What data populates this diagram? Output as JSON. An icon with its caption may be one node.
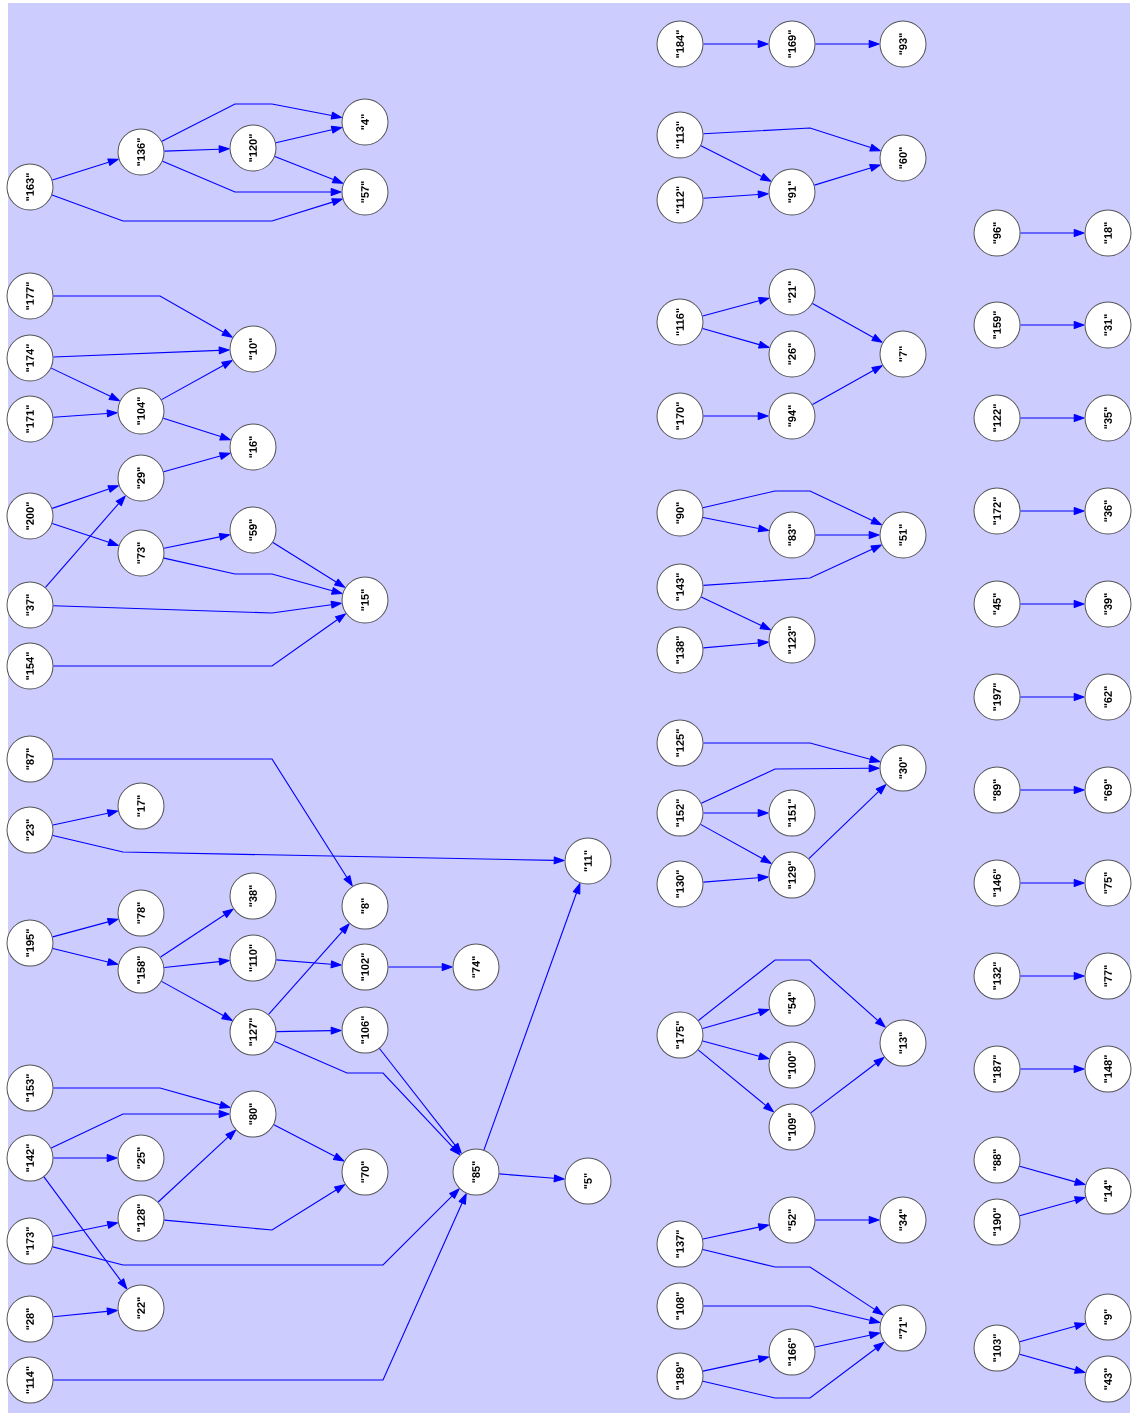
{
  "diagram": {
    "nodes": [
      {
        "text": [
          "\"163\""
        ]
      },
      {
        "text": [
          "\"136\""
        ]
      },
      {
        "text": [
          "\"120\""
        ]
      },
      {
        "text": [
          "\"4\""
        ]
      },
      {
        "text": [
          "\"57\""
        ]
      },
      {
        "text": [
          "\"177\""
        ]
      },
      {
        "text": [
          "\"174\""
        ]
      },
      {
        "text": [
          "\"171\""
        ]
      },
      {
        "text": [
          "\"104\""
        ]
      },
      {
        "text": [
          "\"10\""
        ]
      },
      {
        "text": [
          "\"16\""
        ]
      },
      {
        "text": [
          "\"200\""
        ]
      },
      {
        "text": [
          "\"29\""
        ]
      },
      {
        "text": [
          "\"73\""
        ]
      },
      {
        "text": [
          "\"59\""
        ]
      },
      {
        "text": [
          "\"37\""
        ]
      },
      {
        "text": [
          "\"15\""
        ]
      },
      {
        "text": [
          "\"154\""
        ]
      },
      {
        "text": [
          "\"87\""
        ]
      },
      {
        "text": [
          "\"23\""
        ]
      },
      {
        "text": [
          "\"17\""
        ]
      },
      {
        "text": [
          "\"11\""
        ]
      },
      {
        "text": [
          "\"195\""
        ]
      },
      {
        "text": [
          "\"78\""
        ]
      },
      {
        "text": [
          "\"158\""
        ]
      },
      {
        "text": [
          "\"38\""
        ]
      },
      {
        "text": [
          "\"110\""
        ]
      },
      {
        "text": [
          "\"127\""
        ]
      },
      {
        "text": [
          "\"8\""
        ]
      },
      {
        "text": [
          "\"102\""
        ]
      },
      {
        "text": [
          "\"74\""
        ]
      },
      {
        "text": [
          "\"106\""
        ]
      },
      {
        "text": [
          "\"153\""
        ]
      },
      {
        "text": [
          "\"142\""
        ]
      },
      {
        "text": [
          "\"80\""
        ]
      },
      {
        "text": [
          "\"25\""
        ]
      },
      {
        "text": [
          "\"70\""
        ]
      },
      {
        "text": [
          "\"85\""
        ]
      },
      {
        "text": [
          "\"5\""
        ]
      },
      {
        "text": [
          "\"173\""
        ]
      },
      {
        "text": [
          "\"128\""
        ]
      },
      {
        "text": [
          "\"22\""
        ]
      },
      {
        "text": [
          "\"28\""
        ]
      },
      {
        "text": [
          "\"114\""
        ]
      },
      {
        "text": [
          "\"184\""
        ]
      },
      {
        "text": [
          "\"169\""
        ]
      },
      {
        "text": [
          "\"93\""
        ]
      },
      {
        "text": [
          "\"113\""
        ]
      },
      {
        "text": [
          "\"112\""
        ]
      },
      {
        "text": [
          "\"91\""
        ]
      },
      {
        "text": [
          "\"60\""
        ]
      },
      {
        "text": [
          "\"96\""
        ]
      },
      {
        "text": [
          "\"18\""
        ]
      },
      {
        "text": [
          "\"116\""
        ]
      },
      {
        "text": [
          "\"21\""
        ]
      },
      {
        "text": [
          "\"26\""
        ]
      },
      {
        "text": [
          "\"7\""
        ]
      },
      {
        "text": [
          "\"159\""
        ]
      },
      {
        "text": [
          "\"31\""
        ]
      },
      {
        "text": [
          "\"170\""
        ]
      },
      {
        "text": [
          "\"94\""
        ]
      },
      {
        "text": [
          "\"122\""
        ]
      },
      {
        "text": [
          "\"35\""
        ]
      },
      {
        "text": [
          "\"90\""
        ]
      },
      {
        "text": [
          "\"83\""
        ]
      },
      {
        "text": [
          "\"51\""
        ]
      },
      {
        "text": [
          "\"172\""
        ]
      },
      {
        "text": [
          "\"36\""
        ]
      },
      {
        "text": [
          "\"143\""
        ]
      },
      {
        "text": [
          "\"138\""
        ]
      },
      {
        "text": [
          "\"123\""
        ]
      },
      {
        "text": [
          "\"45\""
        ]
      },
      {
        "text": [
          "\"39\""
        ]
      },
      {
        "text": [
          "\"197\""
        ]
      },
      {
        "text": [
          "\"62\""
        ]
      },
      {
        "text": [
          "\"125\""
        ]
      },
      {
        "text": [
          "\"30\""
        ]
      },
      {
        "text": [
          "\"89\""
        ]
      },
      {
        "text": [
          "\"69\""
        ]
      },
      {
        "text": [
          "\"152\""
        ]
      },
      {
        "text": [
          "\"151\""
        ]
      },
      {
        "text": [
          "\"129\""
        ]
      },
      {
        "text": [
          "\"130\""
        ]
      },
      {
        "text": [
          "\"146\""
        ]
      },
      {
        "text": [
          "\"75\""
        ]
      },
      {
        "text": [
          "\"132\""
        ]
      },
      {
        "text": [
          "\"77\""
        ]
      },
      {
        "text": [
          "\"175\""
        ]
      },
      {
        "text": [
          "\"54\""
        ]
      },
      {
        "text": [
          "\"100\""
        ]
      },
      {
        "text": [
          "\"109\""
        ]
      },
      {
        "text": [
          "\"13\""
        ]
      },
      {
        "text": [
          "\"187\""
        ]
      },
      {
        "text": [
          "\"148\""
        ]
      },
      {
        "text": [
          "\"88\""
        ]
      },
      {
        "text": [
          "\"190\""
        ]
      },
      {
        "text": [
          "\"14\""
        ]
      },
      {
        "text": [
          "\"137\""
        ]
      },
      {
        "text": [
          "\"52\""
        ]
      },
      {
        "text": [
          "\"34\""
        ]
      },
      {
        "text": [
          "\"108\""
        ]
      },
      {
        "text": [
          "\"71\""
        ]
      },
      {
        "text": [
          "\"166\""
        ]
      },
      {
        "text": [
          "\"189\""
        ]
      },
      {
        "text": [
          "\"103\""
        ]
      },
      {
        "text": [
          "\"9\""
        ]
      },
      {
        "text": [
          "\"43\""
        ]
      }
    ],
    "edges": [
      {
        "from": 0,
        "to": 1,
        "arrow": "to"
      },
      {
        "from": 1,
        "to": 3,
        "arrow": "to"
      },
      {
        "from": 1,
        "to": 2,
        "arrow": "to"
      },
      {
        "from": 2,
        "to": 3,
        "arrow": "to"
      },
      {
        "from": 2,
        "to": 4,
        "arrow": "to"
      },
      {
        "from": 1,
        "to": 4,
        "arrow": "to"
      },
      {
        "from": 0,
        "to": 4,
        "arrow": "to"
      },
      {
        "from": 5,
        "to": 9,
        "arrow": "to"
      },
      {
        "from": 6,
        "to": 9,
        "arrow": "to"
      },
      {
        "from": 6,
        "to": 8,
        "arrow": "to"
      },
      {
        "from": 7,
        "to": 8,
        "arrow": "to"
      },
      {
        "from": 8,
        "to": 9,
        "arrow": "to"
      },
      {
        "from": 8,
        "to": 10,
        "arrow": "to"
      },
      {
        "from": 12,
        "to": 10,
        "arrow": "to"
      },
      {
        "from": 11,
        "to": 12,
        "arrow": "to"
      },
      {
        "from": 11,
        "to": 13,
        "arrow": "to"
      },
      {
        "from": 15,
        "to": 12,
        "arrow": "to"
      },
      {
        "from": 13,
        "to": 14,
        "arrow": "to"
      },
      {
        "from": 14,
        "to": 16,
        "arrow": "to"
      },
      {
        "from": 13,
        "to": 16,
        "arrow": "to"
      },
      {
        "from": 15,
        "to": 16,
        "arrow": "to"
      },
      {
        "from": 17,
        "to": 16,
        "arrow": "to"
      },
      {
        "from": 18,
        "to": 28,
        "arrow": "to"
      },
      {
        "from": 19,
        "to": 20,
        "arrow": "to"
      },
      {
        "from": 19,
        "to": 21,
        "arrow": "to"
      },
      {
        "from": 22,
        "to": 23,
        "arrow": "to"
      },
      {
        "from": 22,
        "to": 24,
        "arrow": "to"
      },
      {
        "from": 24,
        "to": 25,
        "arrow": "to"
      },
      {
        "from": 24,
        "to": 26,
        "arrow": "to"
      },
      {
        "from": 24,
        "to": 27,
        "arrow": "to"
      },
      {
        "from": 26,
        "to": 29,
        "arrow": "to"
      },
      {
        "from": 27,
        "to": 28,
        "arrow": "to"
      },
      {
        "from": 27,
        "to": 31,
        "arrow": "to"
      },
      {
        "from": 29,
        "to": 30,
        "arrow": "to"
      },
      {
        "from": 31,
        "to": 37,
        "arrow": "to"
      },
      {
        "from": 27,
        "to": 37,
        "arrow": "to"
      },
      {
        "from": 32,
        "to": 34,
        "arrow": "to"
      },
      {
        "from": 33,
        "to": 34,
        "arrow": "to"
      },
      {
        "from": 33,
        "to": 35,
        "arrow": "to"
      },
      {
        "from": 33,
        "to": 41,
        "arrow": "to"
      },
      {
        "from": 40,
        "to": 34,
        "arrow": "to"
      },
      {
        "from": 34,
        "to": 36,
        "arrow": "to"
      },
      {
        "from": 40,
        "to": 36,
        "arrow": "to"
      },
      {
        "from": 39,
        "to": 40,
        "arrow": "to"
      },
      {
        "from": 39,
        "to": 37,
        "arrow": "to"
      },
      {
        "from": 42,
        "to": 41,
        "arrow": "to"
      },
      {
        "from": 43,
        "to": 37,
        "arrow": "to"
      },
      {
        "from": 37,
        "to": 21,
        "arrow": "to"
      },
      {
        "from": 37,
        "to": 38,
        "arrow": "to"
      },
      {
        "from": 44,
        "to": 45,
        "arrow": "to"
      },
      {
        "from": 45,
        "to": 46,
        "arrow": "to"
      },
      {
        "from": 47,
        "to": 50,
        "arrow": "to"
      },
      {
        "from": 47,
        "to": 49,
        "arrow": "to"
      },
      {
        "from": 48,
        "to": 49,
        "arrow": "to"
      },
      {
        "from": 49,
        "to": 50,
        "arrow": "to"
      },
      {
        "from": 51,
        "to": 52,
        "arrow": "to"
      },
      {
        "from": 53,
        "to": 54,
        "arrow": "to"
      },
      {
        "from": 53,
        "to": 55,
        "arrow": "to"
      },
      {
        "from": 54,
        "to": 56,
        "arrow": "to"
      },
      {
        "from": 60,
        "to": 56,
        "arrow": "to"
      },
      {
        "from": 59,
        "to": 60,
        "arrow": "to"
      },
      {
        "from": 57,
        "to": 58,
        "arrow": "to"
      },
      {
        "from": 61,
        "to": 62,
        "arrow": "to"
      },
      {
        "from": 63,
        "to": 65,
        "arrow": "to"
      },
      {
        "from": 63,
        "to": 64,
        "arrow": "to"
      },
      {
        "from": 64,
        "to": 65,
        "arrow": "to"
      },
      {
        "from": 68,
        "to": 65,
        "arrow": "to"
      },
      {
        "from": 68,
        "to": 70,
        "arrow": "to"
      },
      {
        "from": 69,
        "to": 70,
        "arrow": "to"
      },
      {
        "from": 66,
        "to": 67,
        "arrow": "to"
      },
      {
        "from": 71,
        "to": 72,
        "arrow": "to"
      },
      {
        "from": 73,
        "to": 74,
        "arrow": "to"
      },
      {
        "from": 75,
        "to": 76,
        "arrow": "to"
      },
      {
        "from": 79,
        "to": 76,
        "arrow": "to"
      },
      {
        "from": 79,
        "to": 80,
        "arrow": "to"
      },
      {
        "from": 79,
        "to": 81,
        "arrow": "to"
      },
      {
        "from": 82,
        "to": 81,
        "arrow": "to"
      },
      {
        "from": 81,
        "to": 76,
        "arrow": "to"
      },
      {
        "from": 77,
        "to": 78,
        "arrow": "to"
      },
      {
        "from": 83,
        "to": 84,
        "arrow": "to"
      },
      {
        "from": 85,
        "to": 86,
        "arrow": "to"
      },
      {
        "from": 87,
        "to": 91,
        "arrow": "to"
      },
      {
        "from": 87,
        "to": 88,
        "arrow": "to"
      },
      {
        "from": 87,
        "to": 89,
        "arrow": "to"
      },
      {
        "from": 87,
        "to": 90,
        "arrow": "to"
      },
      {
        "from": 90,
        "to": 91,
        "arrow": "to"
      },
      {
        "from": 92,
        "to": 93,
        "arrow": "to"
      },
      {
        "from": 94,
        "to": 96,
        "arrow": "to"
      },
      {
        "from": 95,
        "to": 96,
        "arrow": "to"
      },
      {
        "from": 97,
        "to": 98,
        "arrow": "to"
      },
      {
        "from": 98,
        "to": 99,
        "arrow": "to"
      },
      {
        "from": 97,
        "to": 101,
        "arrow": "to"
      },
      {
        "from": 100,
        "to": 101,
        "arrow": "to"
      },
      {
        "from": 102,
        "to": 101,
        "arrow": "to"
      },
      {
        "from": 103,
        "to": 102,
        "arrow": "to"
      },
      {
        "from": 103,
        "to": 101,
        "arrow": "to"
      },
      {
        "from": 104,
        "to": 105,
        "arrow": "to"
      },
      {
        "from": 104,
        "to": 106,
        "arrow": "to"
      }
    ]
  }
}
